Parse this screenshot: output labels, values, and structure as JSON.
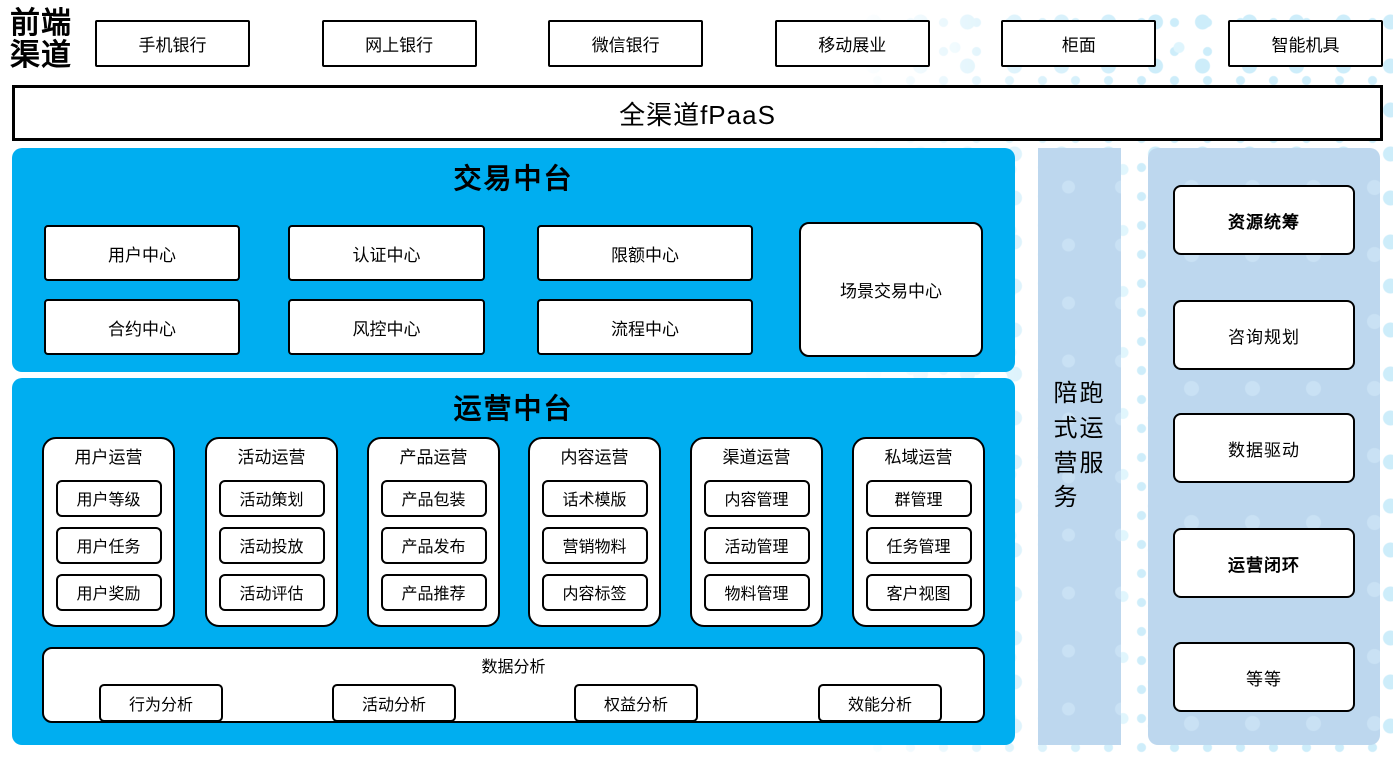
{
  "front_channel_label": "前端渠道",
  "channels": [
    "手机银行",
    "网上银行",
    "微信银行",
    "移动展业",
    "柜面",
    "智能机具"
  ],
  "fpaas_label": "全渠道fPaaS",
  "trade_platform": {
    "title": "交易中台",
    "cells": [
      "用户中心",
      "认证中心",
      "限额中心",
      "合约中心",
      "风控中心",
      "流程中心"
    ],
    "tall_cell": "场景交易中心"
  },
  "ops_platform": {
    "title": "运营中台",
    "groups": [
      {
        "title": "用户运营",
        "items": [
          "用户等级",
          "用户任务",
          "用户奖励"
        ]
      },
      {
        "title": "活动运营",
        "items": [
          "活动策划",
          "活动投放",
          "活动评估"
        ]
      },
      {
        "title": "产品运营",
        "items": [
          "产品包装",
          "产品发布",
          "产品推荐"
        ]
      },
      {
        "title": "内容运营",
        "items": [
          "话术模版",
          "营销物料",
          "内容标签"
        ]
      },
      {
        "title": "渠道运营",
        "items": [
          "内容管理",
          "活动管理",
          "物料管理"
        ]
      },
      {
        "title": "私域运营",
        "items": [
          "群管理",
          "任务管理",
          "客户视图"
        ]
      }
    ],
    "data_analysis": {
      "title": "数据分析",
      "items": [
        "行为分析",
        "活动分析",
        "权益分析",
        "效能分析"
      ]
    }
  },
  "side_bar_label": "陪跑式运营服务",
  "right_panel": {
    "items": [
      {
        "label": "资源统筹",
        "bold": true
      },
      {
        "label": "咨询规划",
        "bold": false
      },
      {
        "label": "数据驱动",
        "bold": false
      },
      {
        "label": "运营闭环",
        "bold": true
      },
      {
        "label": "等等",
        "bold": false
      }
    ]
  },
  "colors": {
    "accent_blue": "#00AEF0",
    "light_blue": "#BDD7EE",
    "dot_color": "#CDEDFA"
  }
}
